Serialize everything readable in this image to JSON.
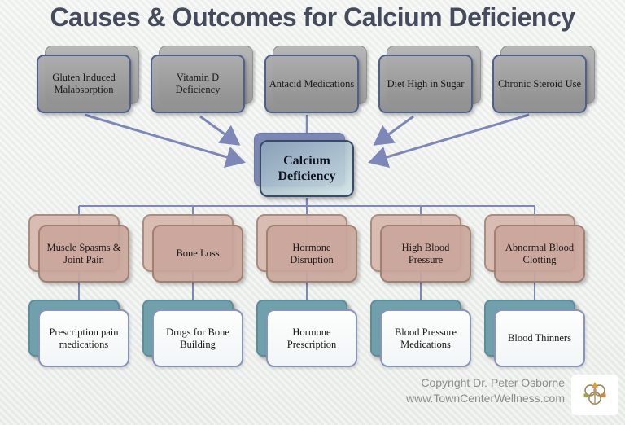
{
  "title": "Causes & Outcomes for Calcium Deficiency",
  "center": {
    "label": "Calcium Deficiency"
  },
  "causes": [
    "Gluten Induced Malabsorption",
    "Vitamin D Deficiency",
    "Antacid Medications",
    "Diet High in Sugar",
    "Chronic Steroid Use"
  ],
  "outcomes": [
    "Muscle Spasms & Joint Pain",
    "Bone Loss",
    "Hormone Disruption",
    "High Blood Pressure",
    "Abnormal Blood Clotting"
  ],
  "treatments": [
    "Prescription pain medications",
    "Drugs for Bone Building",
    "Hormone Prescription",
    "Blood Pressure Medications",
    "Blood Thinners"
  ],
  "footer": {
    "line1": "Copyright Dr. Peter Osborne",
    "line2": "www.TownCenterWellness.com",
    "logo_icon": "towncenter-wellness-logo"
  },
  "colors": {
    "title_text": "#454a5c",
    "cause_fill": "#9c9c9c",
    "cause_border": "#4f608c",
    "center_back": "#7d87b3",
    "center_front": "#bcd5da",
    "center_border": "#394a68",
    "outcome_fill": "#c9a69b",
    "outcome_border": "#a1806f",
    "treatment_back": "#6fa0ac",
    "treatment_front": "#fbfdfb",
    "treatment_border": "#8a93bf",
    "connector": "#7e88b8",
    "footer_text": "#8c8c8c"
  }
}
